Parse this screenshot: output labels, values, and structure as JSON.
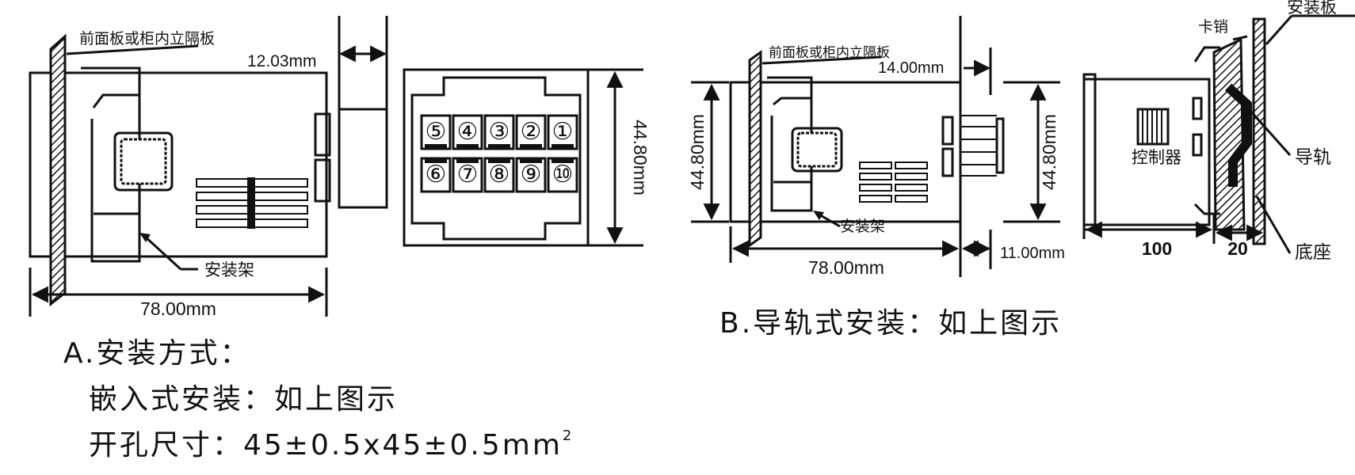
{
  "panel_a": {
    "front_panel_label": "前面板或柜内立隔板",
    "depth_dim": "12.03mm",
    "height_dim": "44.80mm",
    "width_dim": "78.00mm",
    "bracket_label": "安装架",
    "terminals_top": [
      "⑤",
      "④",
      "③",
      "②",
      "①"
    ],
    "terminals_bottom": [
      "⑥",
      "⑦",
      "⑧",
      "⑨",
      "⑩"
    ]
  },
  "panel_b": {
    "front_panel_label": "前面板或柜内立隔板",
    "depth_dim": "14.00mm",
    "left_height_dim": "44.80mm",
    "right_height_dim": "44.80mm",
    "width_dim": "78.00mm",
    "rear_dim": "11.00mm",
    "bracket_label": "安装架",
    "rail_view": {
      "latch_label": "卡销",
      "plate_label": "安装板",
      "rail_label": "导轨",
      "base_label": "底座",
      "controller_label": "控制器",
      "dim_100": "100",
      "dim_20": "20"
    }
  },
  "caption_b": "B.导轨式安装：如上图示",
  "caption_a": {
    "title": "A.安装方式：",
    "line1": "嵌入式安装：如上图示",
    "line2": "开孔尺寸：45±0.5x45±0.5mm",
    "line2_sup": "2"
  }
}
